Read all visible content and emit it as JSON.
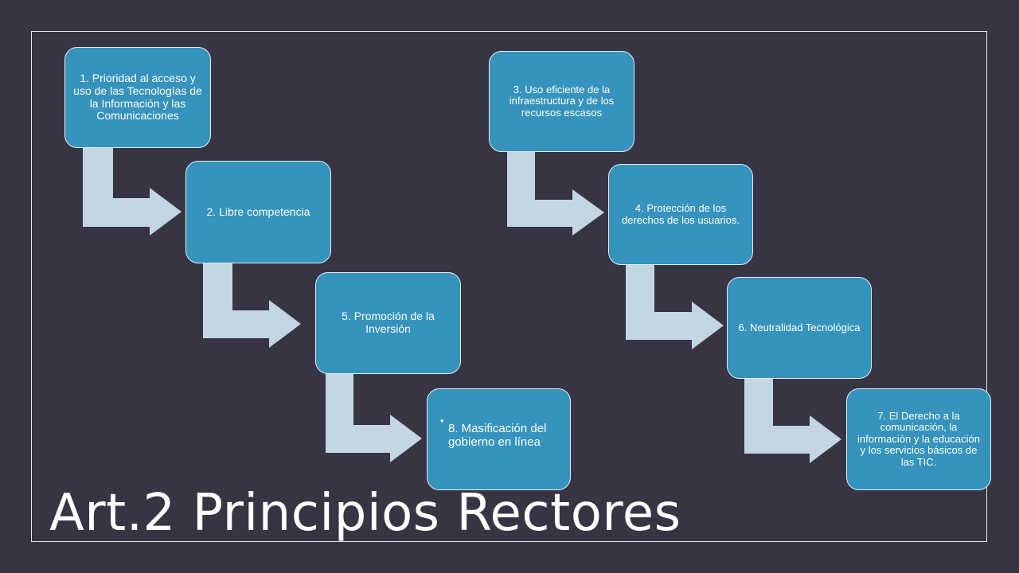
{
  "title": "Art.2 Principios Rectores",
  "colors": {
    "background": "#373443",
    "box_fill": "#3593bd",
    "arrow_fill": "#c3d6e2",
    "text": "#ffffff"
  },
  "boxes": {
    "b1": "1. Prioridad al acceso y uso de las Tecnologías de la Información y las Comunicaciones",
    "b2": "2. Libre competencia",
    "b5": "5. Promoción de la Inversión",
    "b8": "8. Masificación del gobierno en línea",
    "b3": "3. Uso eficiente de la infraestructura y de los recursos escasos",
    "b4": "4. Protección de los derechos de los usuarios.",
    "b6": "6. Neutralidad Tecnológica",
    "b7": "7. El Derecho a la comunicación, la información y la educación y los servicios básicos de las TIC."
  }
}
